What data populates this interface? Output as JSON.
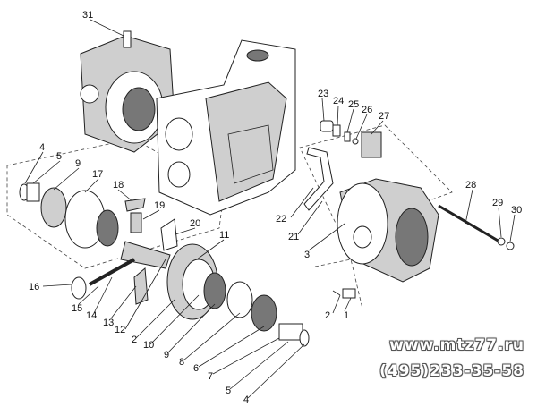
{
  "diagram": {
    "labels": [
      "31",
      "23",
      "24",
      "25",
      "26",
      "27",
      "4",
      "5",
      "9",
      "17",
      "18",
      "19",
      "20",
      "22",
      "21",
      "3",
      "28",
      "29",
      "30",
      "11",
      "16",
      "15",
      "14",
      "13",
      "12",
      "2",
      "10",
      "9",
      "8",
      "6",
      "7",
      "5",
      "4",
      "2",
      "1"
    ]
  },
  "watermark": {
    "site": "www.mtz77.ru",
    "phone": "(495)233-35-58"
  }
}
